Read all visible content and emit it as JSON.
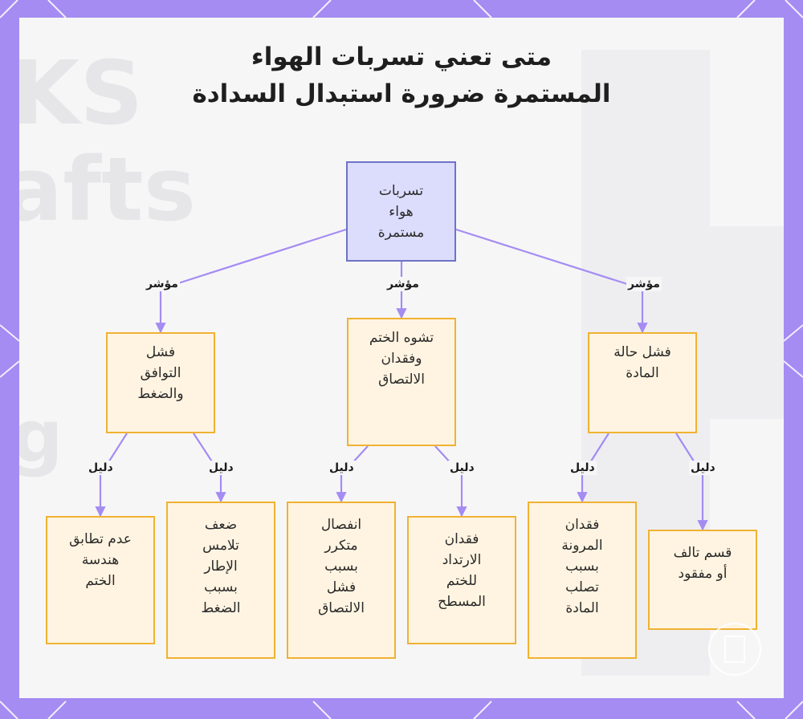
{
  "title": {
    "line1": "متى تعني تسربات الهواء",
    "line2": "المستمرة ضرورة استبدال السدادة"
  },
  "nodes": {
    "root": "تسربات\nهواء\nمستمرة",
    "mid_left": "فشل\nالتوافق\nوالضغط",
    "mid_center": "تشوه الختم\nوفقدان\nالالتصاق",
    "mid_right": "فشل حالة\nالمادة",
    "leaf_1": "عدم تطابق\nهندسة\nالختم",
    "leaf_2": "ضعف\nتلامس\nالإطار\nبسبب\nالضغط",
    "leaf_3": "انفصال\nمتكرر\nبسبب\nفشل\nالالتصاق",
    "leaf_4": "فقدان\nالارتداد\nللختم\nالمسطح",
    "leaf_5": "فقدان\nالمرونة\nبسبب\nتصلب\nالمادة",
    "leaf_6": "قسم تالف\nأو مفقود"
  },
  "edge_labels": {
    "indicator": "مؤشر",
    "evidence": "دليل"
  },
  "colors": {
    "frame": "#a48cf2",
    "root_fill": "#dcdcfd",
    "root_border": "#6e73c7",
    "node_fill": "#fff4e1",
    "node_border": "#f0b232",
    "edge": "#a48cf2"
  }
}
